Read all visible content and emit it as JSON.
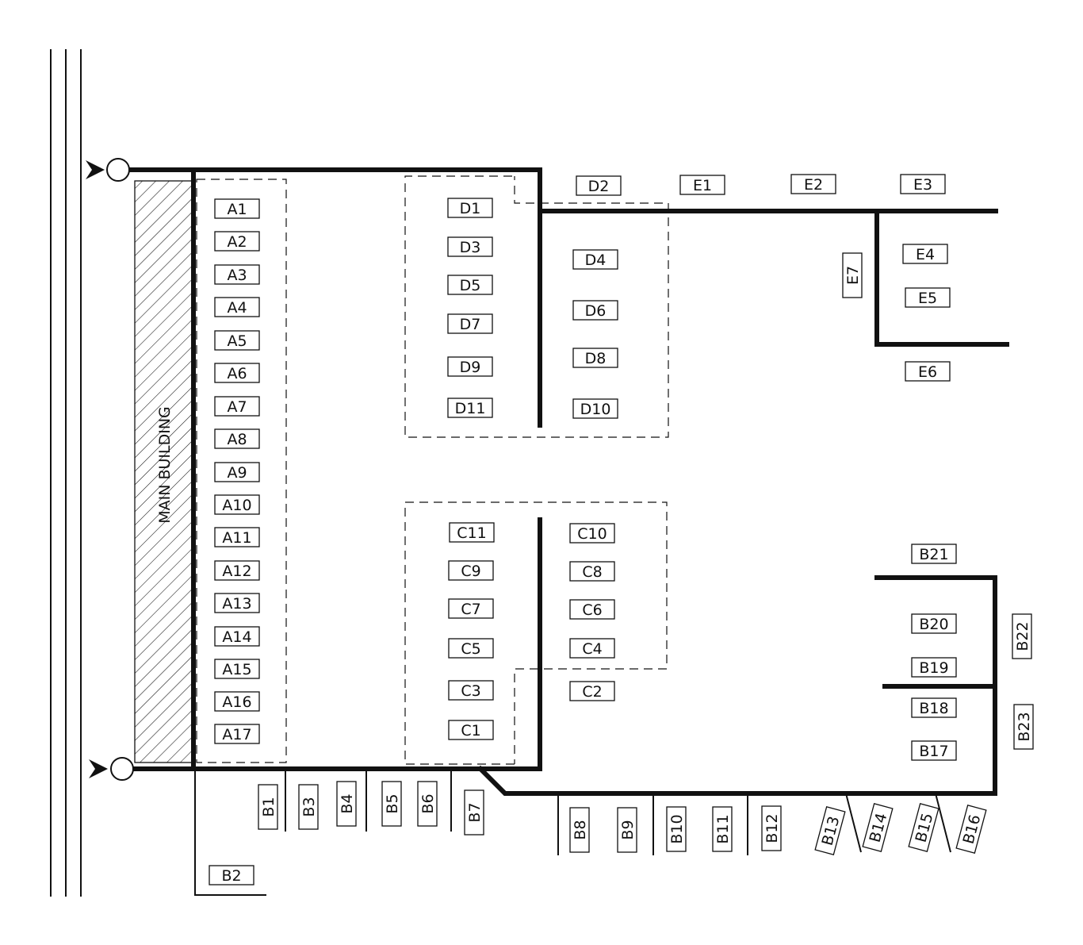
{
  "main_building_label": "MAIN BUILDING",
  "spaces": {
    "A1": "A1",
    "A2": "A2",
    "A3": "A3",
    "A4": "A4",
    "A5": "A5",
    "A6": "A6",
    "A7": "A7",
    "A8": "A8",
    "A9": "A9",
    "A10": "A10",
    "A11": "A11",
    "A12": "A12",
    "A13": "A13",
    "A14": "A14",
    "A15": "A15",
    "A16": "A16",
    "A17": "A17",
    "D1": "D1",
    "D2": "D2",
    "D3": "D3",
    "D4": "D4",
    "D5": "D5",
    "D6": "D6",
    "D7": "D7",
    "D8": "D8",
    "D9": "D9",
    "D10": "D10",
    "D11": "D11",
    "E1": "E1",
    "E2": "E2",
    "E3": "E3",
    "E4": "E4",
    "E5": "E5",
    "E6": "E6",
    "E7": "E7",
    "C1": "C1",
    "C2": "C2",
    "C3": "C3",
    "C4": "C4",
    "C5": "C5",
    "C6": "C6",
    "C7": "C7",
    "C8": "C8",
    "C9": "C9",
    "C10": "C10",
    "C11": "C11",
    "B1": "B1",
    "B2": "B2",
    "B3": "B3",
    "B4": "B4",
    "B5": "B5",
    "B6": "B6",
    "B7": "B7",
    "B8": "B8",
    "B9": "B9",
    "B10": "B10",
    "B11": "B11",
    "B12": "B12",
    "B13": "B13",
    "B14": "B14",
    "B15": "B15",
    "B16": "B16",
    "B17": "B17",
    "B18": "B18",
    "B19": "B19",
    "B20": "B20",
    "B21": "B21",
    "B22": "B22",
    "B23": "B23"
  }
}
